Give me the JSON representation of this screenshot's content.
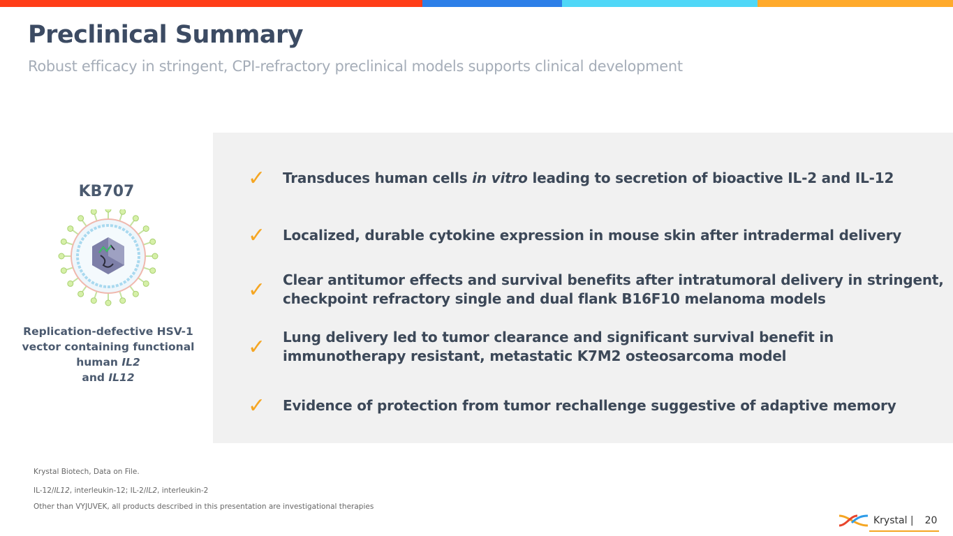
{
  "colors": {
    "bar": [
      "#ff3d17",
      "#2d7fe8",
      "#4fd7f7",
      "#ffaa2b"
    ],
    "check": "#f5a623",
    "panel": "#f1f1f1"
  },
  "header": {
    "title": "Preclinical Summary",
    "subtitle": "Robust efficacy in stringent, CPI-refractory preclinical models supports clinical development"
  },
  "product": {
    "name": "KB707",
    "image": "hsv-1-virus-illustration",
    "description": [
      {
        "text": "Replication-defective HSV-1 vector containing functional human "
      },
      {
        "text": "IL2",
        "italic": true
      },
      {
        "text": " and "
      },
      {
        "text": "IL12",
        "italic": true
      }
    ]
  },
  "bullets": [
    {
      "icon": "checkmark-icon",
      "parts": [
        {
          "text": "Transduces human cells "
        },
        {
          "text": "in vitro",
          "italic": true
        },
        {
          "text": " leading to secretion of bioactive IL-2 and IL-12"
        }
      ]
    },
    {
      "icon": "checkmark-icon",
      "parts": [
        {
          "text": "Localized, durable cytokine expression in mouse skin after intradermal delivery"
        }
      ]
    },
    {
      "icon": "checkmark-icon",
      "parts": [
        {
          "text": "Clear antitumor effects and survival benefits after intratumoral delivery in stringent, checkpoint refractory single and dual flank B16F10 melanoma models"
        }
      ]
    },
    {
      "icon": "checkmark-icon",
      "parts": [
        {
          "text": "Lung delivery led to tumor clearance and significant survival benefit in immunotherapy resistant, metastatic K7M2 osteosarcoma model"
        }
      ]
    },
    {
      "icon": "checkmark-icon",
      "parts": [
        {
          "text": "Evidence of protection from tumor rechallenge suggestive of adaptive memory"
        }
      ]
    }
  ],
  "footnotes": [
    [
      {
        "text": "Krystal Biotech, Data on File."
      }
    ],
    [
      {
        "text": "IL-12/"
      },
      {
        "text": "IL12",
        "italic": true
      },
      {
        "text": ", interleukin-12; IL-2/"
      },
      {
        "text": "IL2",
        "italic": true
      },
      {
        "text": ", interleukin-2"
      }
    ],
    [
      {
        "text": "Other than VYJUVEK, all products described in this presentation are investigational therapies"
      }
    ]
  ],
  "footer": {
    "logo_text": "Krystal |",
    "page": "20"
  }
}
